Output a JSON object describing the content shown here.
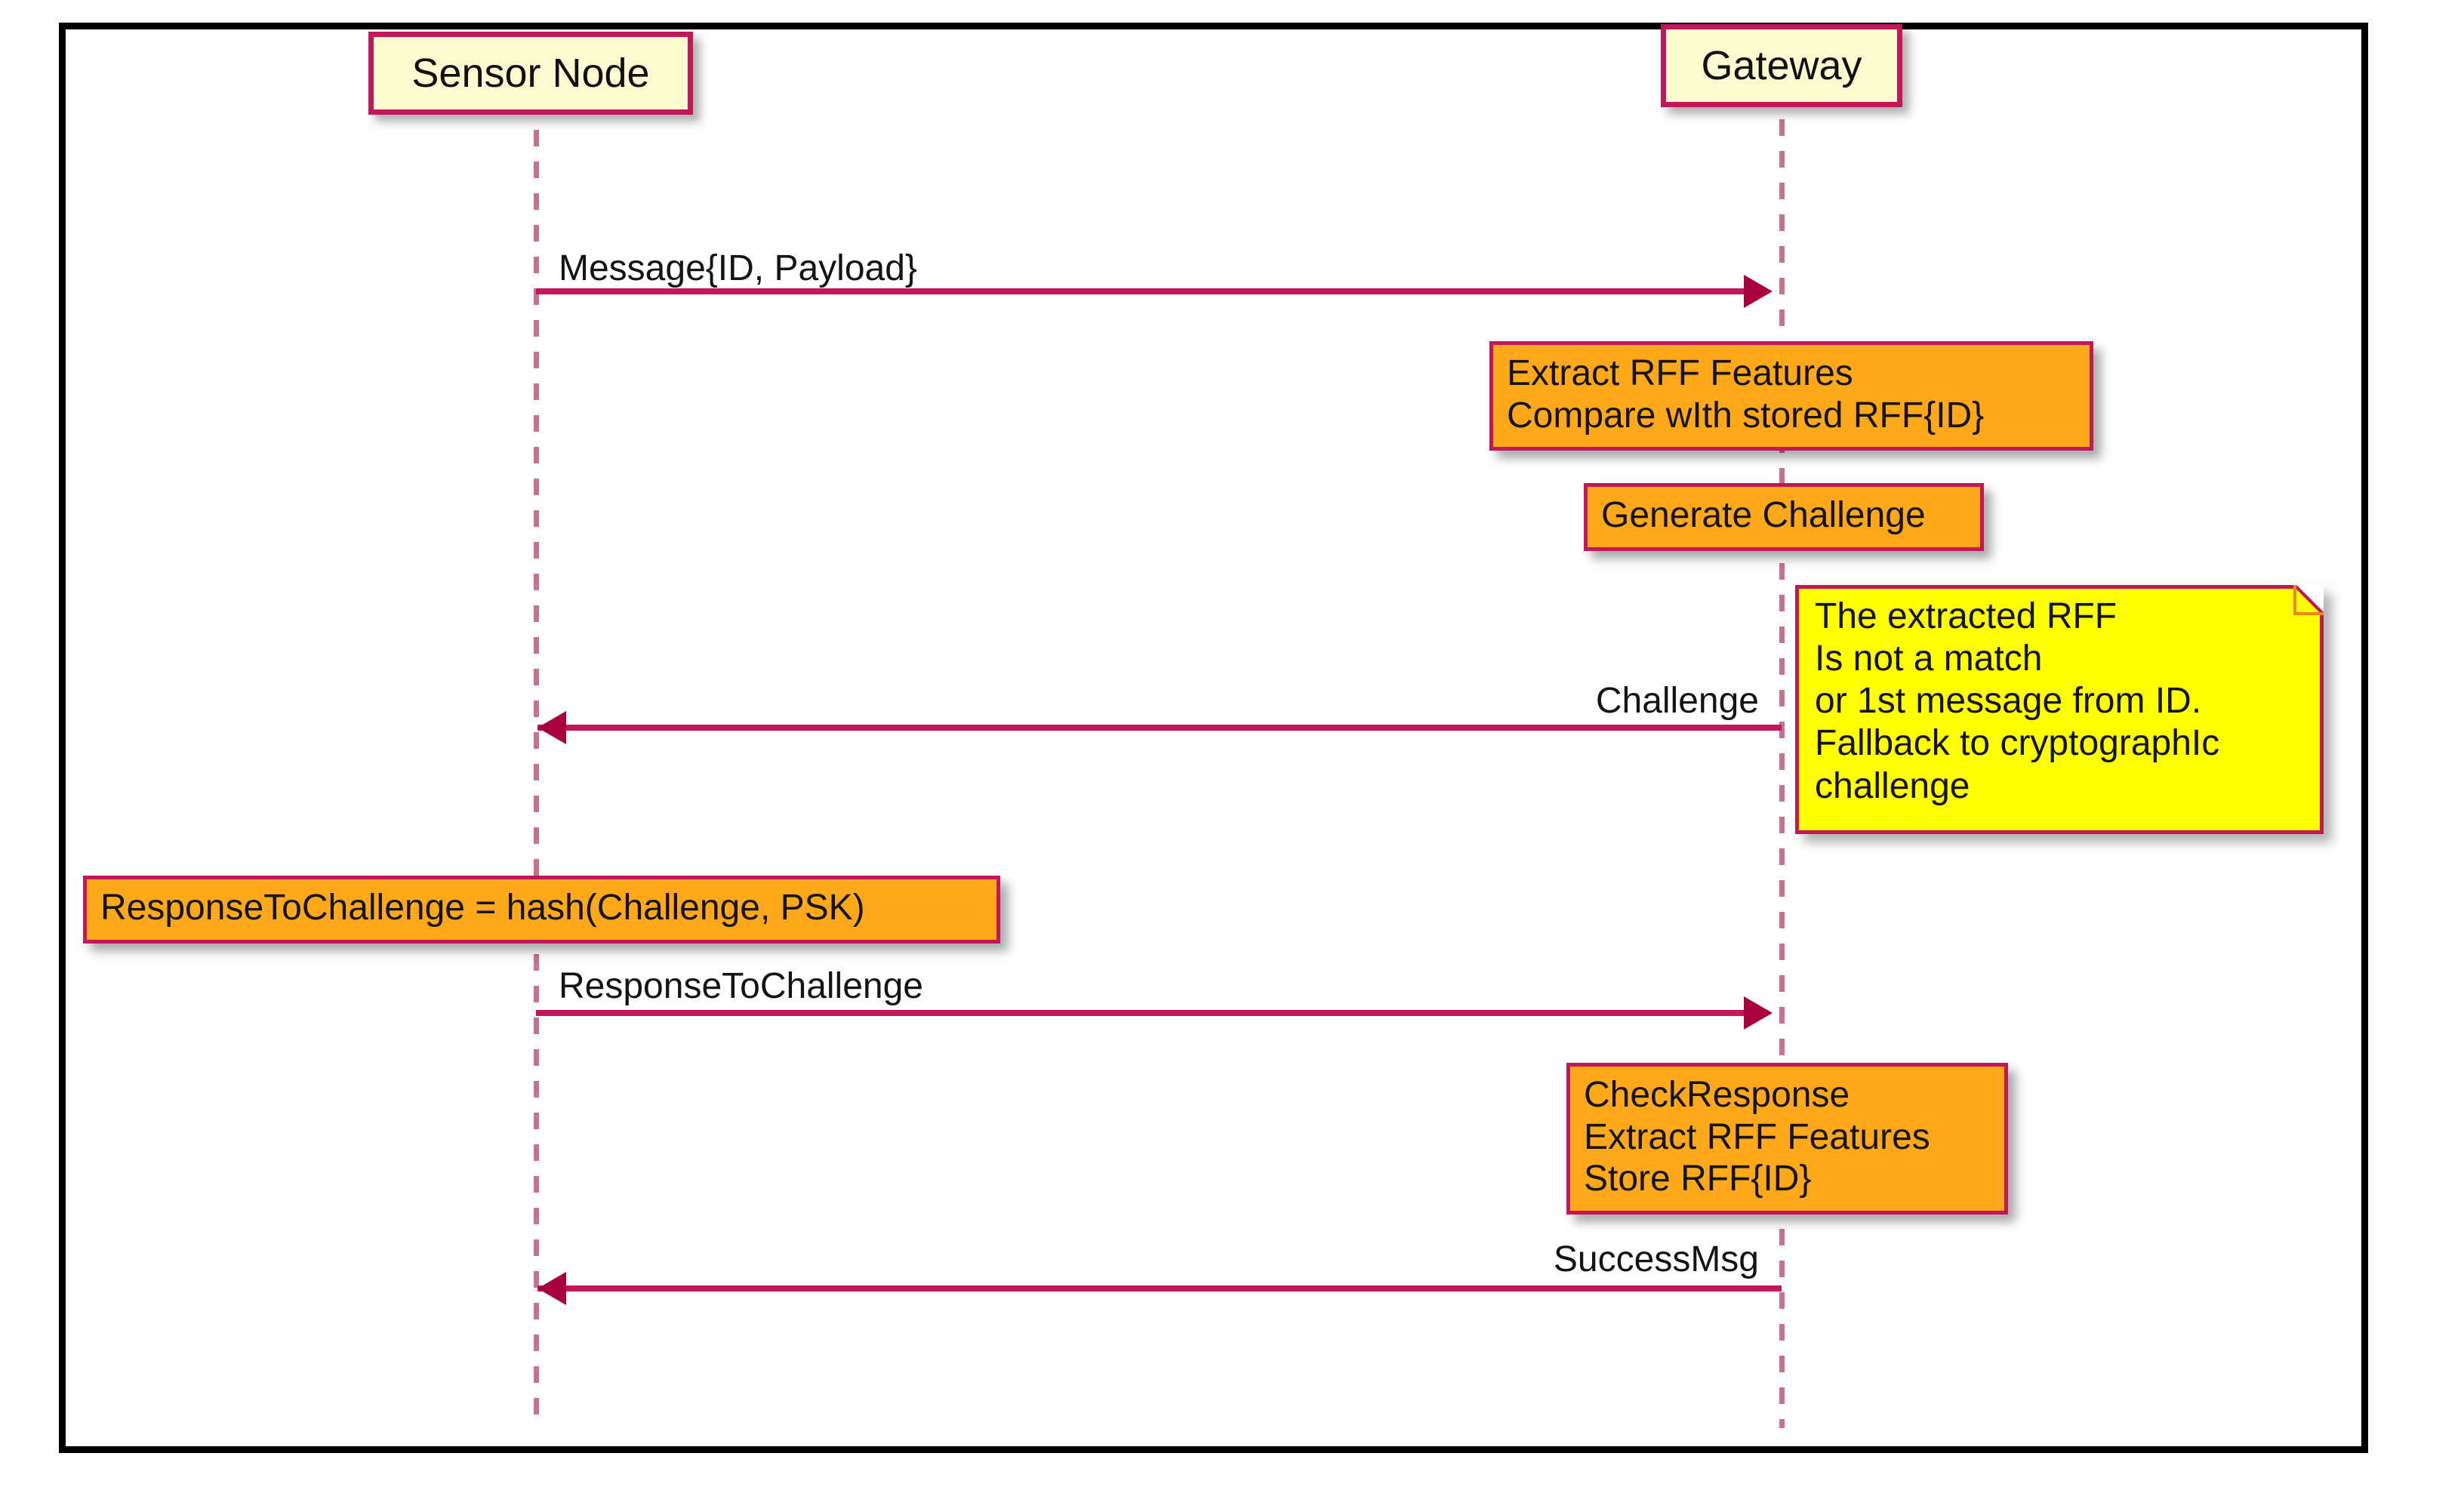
{
  "diagram": {
    "type": "uml-sequence-diagram",
    "colors": {
      "frame_border": "#000000",
      "participant_fill": "#FBFBD0",
      "participant_border": "#C2185B",
      "lifeline": "#C9718F",
      "message_line": "#C2185B",
      "arrowhead": "#A8003C",
      "action_box_fill": "#FFA819",
      "action_box_border": "#C2185B",
      "note_fill": "#FFFF00",
      "note_border": "#C2185B",
      "text": "#141414"
    }
  },
  "participants": [
    {
      "id": "sensor-node",
      "label": "Sensor Node"
    },
    {
      "id": "gateway",
      "label": "Gateway"
    }
  ],
  "messages": [
    {
      "id": "message-id-payload",
      "label": "Message{ID, Payload}",
      "from": "sensor-node",
      "to": "gateway",
      "direction": "right"
    },
    {
      "id": "challenge",
      "label": "Challenge",
      "from": "gateway",
      "to": "sensor-node",
      "direction": "left"
    },
    {
      "id": "response-to-challenge",
      "label": "ResponseToChallenge",
      "from": "sensor-node",
      "to": "gateway",
      "direction": "right"
    },
    {
      "id": "success-msg",
      "label": "SuccessMsg",
      "from": "gateway",
      "to": "sensor-node",
      "direction": "left"
    }
  ],
  "action_boxes": [
    {
      "id": "extract-rff",
      "owner": "gateway",
      "lines": [
        "Extract RFF Features",
        "Compare wIth stored RFF{ID}"
      ]
    },
    {
      "id": "generate-challenge",
      "owner": "gateway",
      "lines": [
        "Generate Challenge"
      ]
    },
    {
      "id": "response-hash",
      "owner": "sensor-node",
      "lines": [
        "ResponseToChallenge = hash(Challenge, PSK)"
      ]
    },
    {
      "id": "check-response",
      "owner": "gateway",
      "lines": [
        "CheckResponse",
        "Extract RFF Features",
        "Store RFF{ID}"
      ]
    }
  ],
  "notes": [
    {
      "id": "rff-fallback-note",
      "attached_to": "gateway",
      "lines": [
        "The extracted RFF",
        "Is not a match",
        "or 1st message from ID.",
        "Fallback to cryptographIc",
        "challenge"
      ]
    }
  ]
}
